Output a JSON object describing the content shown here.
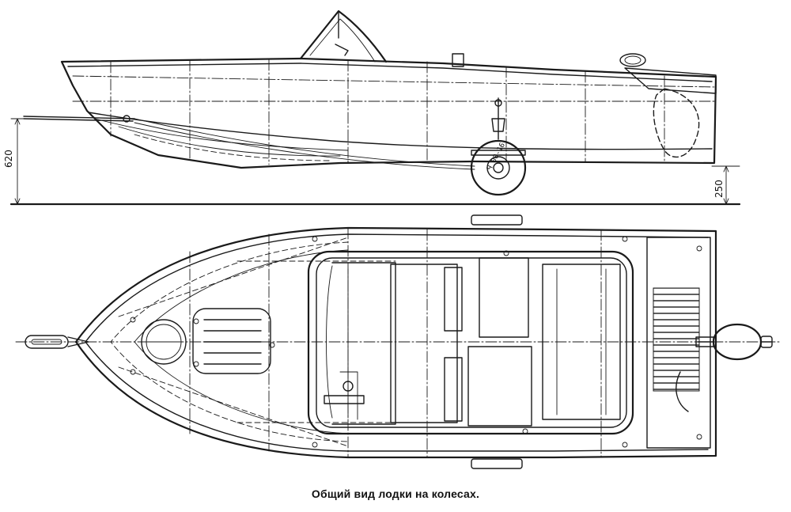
{
  "caption": "Общий вид лодки на колесах.",
  "dimensions": {
    "trailer_height": "620",
    "ground_clearance": "250"
  },
  "plate_number": "Ч 00-16",
  "colors": {
    "ink": "#1a1a1a",
    "paper": "#ffffff"
  }
}
